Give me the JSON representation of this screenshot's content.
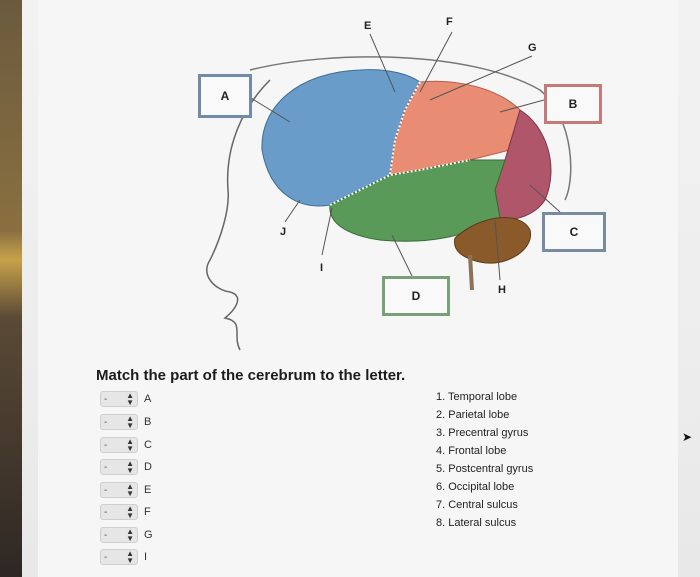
{
  "figure": {
    "labels": {
      "A": "A",
      "B": "B",
      "C": "C",
      "D": "D",
      "E": "E",
      "F": "F",
      "G": "G",
      "H": "H",
      "I": "I",
      "J": "J"
    }
  },
  "question": {
    "title": "Match the part of the cerebrum to the letter.",
    "selects": [
      {
        "value": "-",
        "letter": "A"
      },
      {
        "value": "-",
        "letter": "B"
      },
      {
        "value": "-",
        "letter": "C"
      },
      {
        "value": "-",
        "letter": "D"
      },
      {
        "value": "-",
        "letter": "E"
      },
      {
        "value": "-",
        "letter": "F"
      },
      {
        "value": "-",
        "letter": "G"
      },
      {
        "value": "-",
        "letter": "I"
      }
    ],
    "answers": [
      "1. Temporal lobe",
      "2. Parietal lobe",
      "3. Precentral gyrus",
      "4. Frontal lobe",
      "5. Postcentral gyrus",
      "6. Occipital lobe",
      "7. Central sulcus",
      "8. Lateral sulcus"
    ]
  },
  "icons": {
    "cursor": "arrow-cursor-icon",
    "select_arrows": "updown-arrows-icon"
  },
  "colors": {
    "frontal": "#6a9cc9",
    "parietal": "#e88d74",
    "temporal": "#5a9a58",
    "occipital": "#b0566a",
    "cerebellum": "#8b5a2b"
  }
}
